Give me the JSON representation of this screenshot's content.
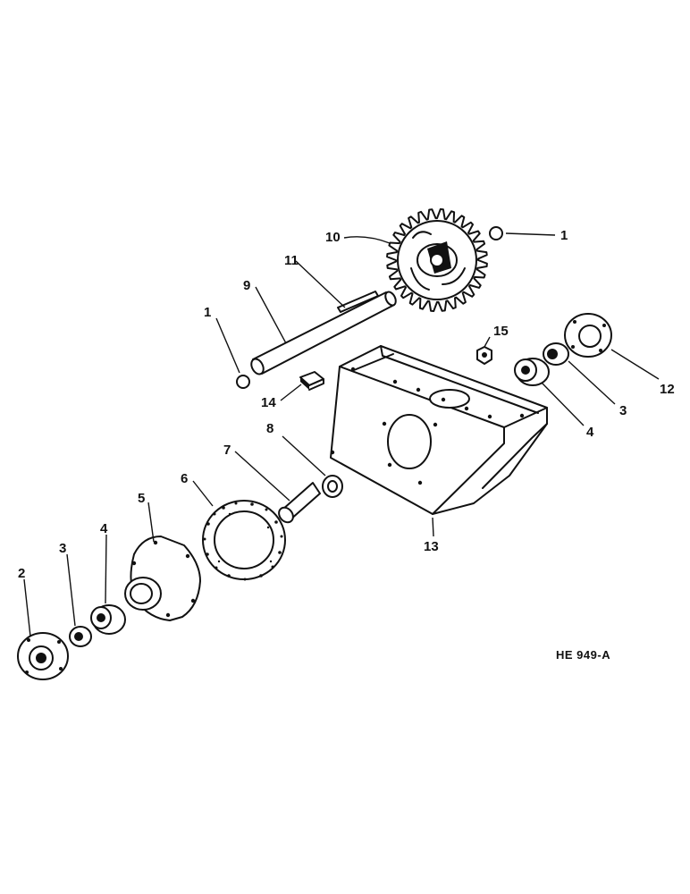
{
  "diagram": {
    "reference_code": "HE 949-A",
    "callouts": {
      "c1a": "1",
      "c1b": "1",
      "c2": "2",
      "c3a": "3",
      "c3b": "3",
      "c4a": "4",
      "c4b": "4",
      "c5": "5",
      "c6": "6",
      "c7": "7",
      "c8": "8",
      "c9": "9",
      "c10": "10",
      "c11": "11",
      "c12": "12",
      "c13": "13",
      "c14": "14",
      "c15": "15"
    },
    "colors": {
      "ink": "#111111",
      "paper": "#ffffff"
    }
  }
}
